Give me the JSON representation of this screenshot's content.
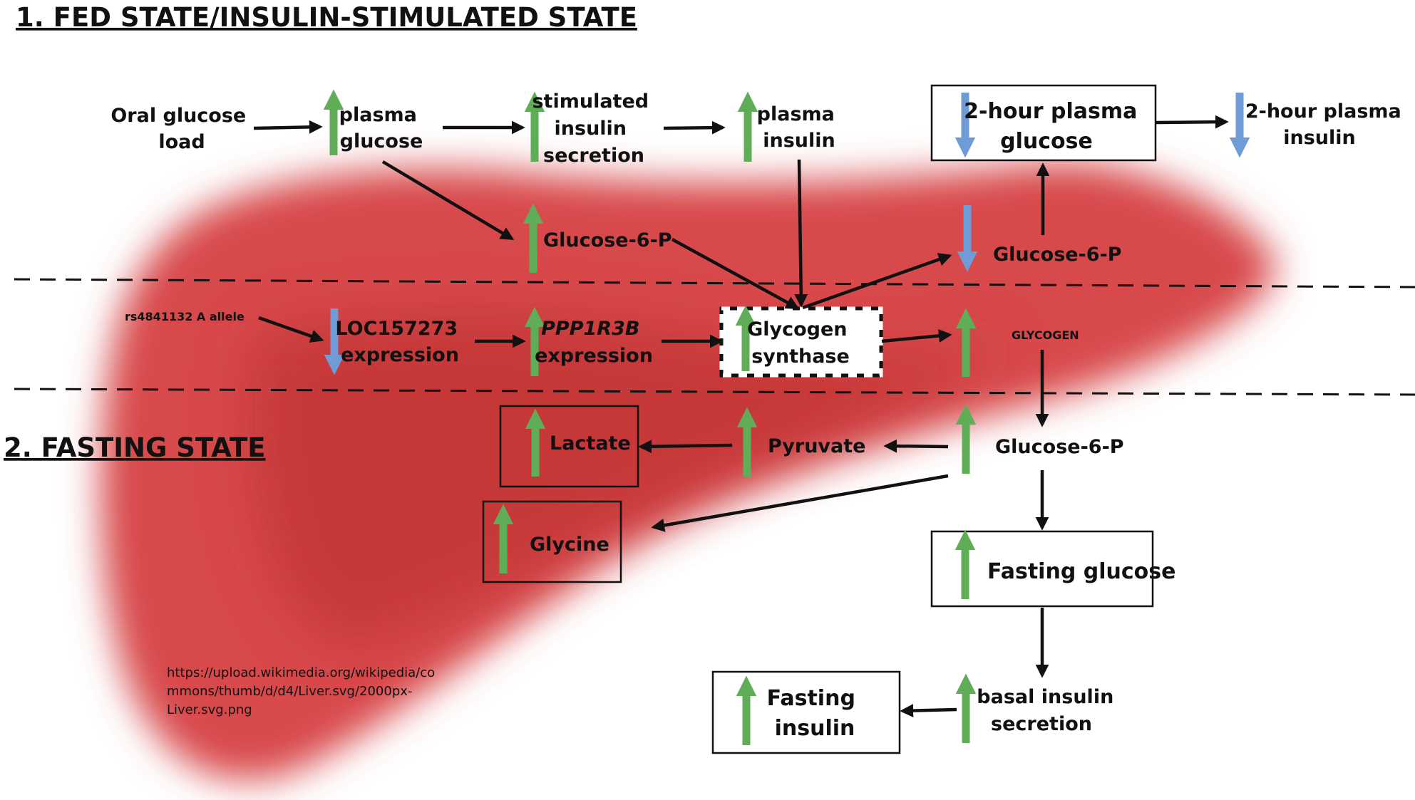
{
  "title_fed": "1. FED STATE/INSULIN-STIMULATED STATE",
  "title_fasting": "2. FASTING STATE",
  "colors": {
    "up": "#5fae57",
    "down": "#6f9bd6",
    "liver": "#cf3d3f",
    "arrow": "#111111"
  },
  "nodes": {
    "oral_glucose": [
      "Oral glucose",
      "load"
    ],
    "plasma_glucose": [
      "plasma",
      "glucose"
    ],
    "stimulated_insulin": [
      "stimulated",
      "insulin",
      "secretion"
    ],
    "plasma_insulin": [
      "plasma",
      "insulin"
    ],
    "two_hour_glucose": [
      "2-hour plasma",
      "glucose"
    ],
    "two_hour_insulin": [
      "2-hour plasma",
      "insulin"
    ],
    "g6p_top": "Glucose-6-P",
    "g6p_right": "Glucose-6-P",
    "rs_allele": "rs4841132 A  allele",
    "loc": [
      "LOC157273",
      "expression"
    ],
    "ppp": [
      "PPP1R3B",
      "expression"
    ],
    "glycogen_synthase": [
      "Glycogen",
      "synthase"
    ],
    "glycogen": "GLYCOGEN",
    "g6p_bottom": "Glucose-6-P",
    "pyruvate": "Pyruvate",
    "lactate": "Lactate",
    "glycine": "Glycine",
    "fasting_glucose": "Fasting glucose",
    "basal_insulin": [
      "basal insulin",
      "secretion"
    ],
    "fasting_insulin": [
      "Fasting",
      "insulin"
    ]
  },
  "source_url": [
    "https://upload.wikimedia.org/wikipedia/co",
    "mmons/thumb/d/d4/Liver.svg/2000px-",
    "Liver.svg.png"
  ]
}
